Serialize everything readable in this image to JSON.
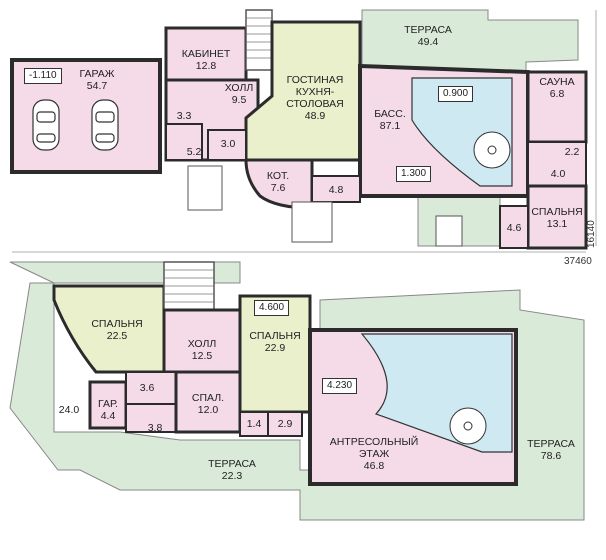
{
  "dimensions": {
    "width_total": "37460",
    "depth_total": "16140"
  },
  "ground_floor": {
    "rooms": [
      {
        "id": "garage",
        "name": "ГАРАЖ",
        "area": "54.7"
      },
      {
        "id": "office",
        "name": "КАБИНЕТ",
        "area": "12.8"
      },
      {
        "id": "hall",
        "name": "ХОЛЛ",
        "area": "9.5"
      },
      {
        "id": "living",
        "name": "ГОСТИНАЯ\nКУХНЯ-\nСТОЛОВАЯ",
        "area": "48.9"
      },
      {
        "id": "terrace_top",
        "name": "ТЕРРАСА",
        "area": "49.4"
      },
      {
        "id": "pool",
        "name": "БАСС.",
        "area": "87.1"
      },
      {
        "id": "sauna",
        "name": "САУНА",
        "area": "6.8"
      },
      {
        "id": "boiler",
        "name": "КОТ.",
        "area": "7.6"
      },
      {
        "id": "bedroom_g",
        "name": "СПАЛЬНЯ",
        "area": "13.1"
      }
    ],
    "small_areas": [
      "3.3",
      "5.2",
      "3.0",
      "4.8",
      "2.2",
      "4.0",
      "4.6"
    ],
    "levels": [
      "-1.110",
      "0.900",
      "1.300"
    ]
  },
  "upper_floor": {
    "rooms": [
      {
        "id": "bed1",
        "name": "СПАЛЬНЯ",
        "area": "22.5"
      },
      {
        "id": "hall_u",
        "name": "ХОЛЛ",
        "area": "12.5"
      },
      {
        "id": "bed2",
        "name": "СПАЛЬНЯ",
        "area": "22.9"
      },
      {
        "id": "wardrobe",
        "name": "ГАР.",
        "area": "4.4"
      },
      {
        "id": "bed3",
        "name": "СПАЛ.",
        "area": "12.0"
      },
      {
        "id": "mezz",
        "name": "АНТРЕСОЛЬНЫЙ\nЭТАЖ",
        "area": "46.8"
      },
      {
        "id": "terrace_b",
        "name": "ТЕРРАСА",
        "area": "22.3"
      },
      {
        "id": "terrace_r",
        "name": "ТЕРРАСА",
        "area": "78.6"
      }
    ],
    "small_areas": [
      "24.0",
      "3.6",
      "3.8",
      "1.4",
      "2.9"
    ],
    "levels": [
      "4.600",
      "4.230"
    ]
  },
  "colors": {
    "room": "#f4dbe7",
    "terrace": "#d9ead9",
    "living": "#eaf0cc",
    "pool": "#cfe9f3",
    "wall": "#2b2b2b"
  }
}
